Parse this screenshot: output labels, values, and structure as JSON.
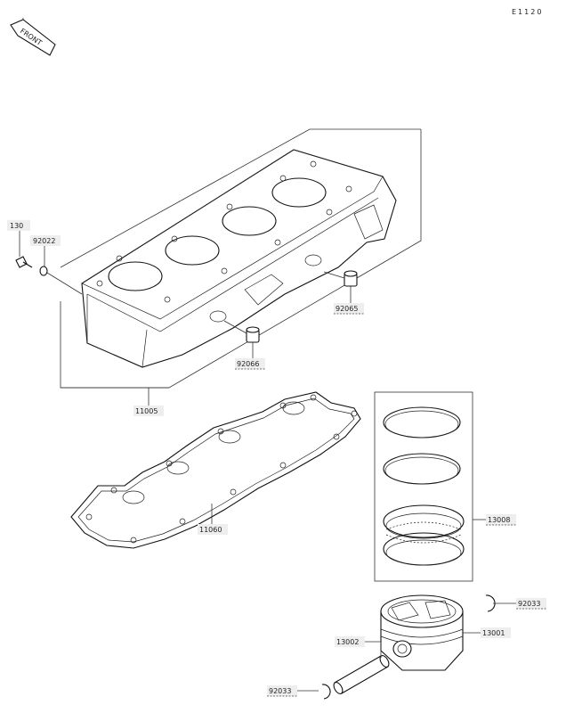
{
  "diagram": {
    "code": "E1120",
    "front_label": "FRONT",
    "callouts": {
      "bolt": "130",
      "washer": "92022",
      "cylinder": "11005",
      "plug_right": "92065",
      "plug_left": "92066",
      "gasket": "11060",
      "ring_set": "13008",
      "piston": "13001",
      "pin": "13002",
      "snap_ring_right": "92033",
      "snap_ring_left": "92033"
    }
  }
}
